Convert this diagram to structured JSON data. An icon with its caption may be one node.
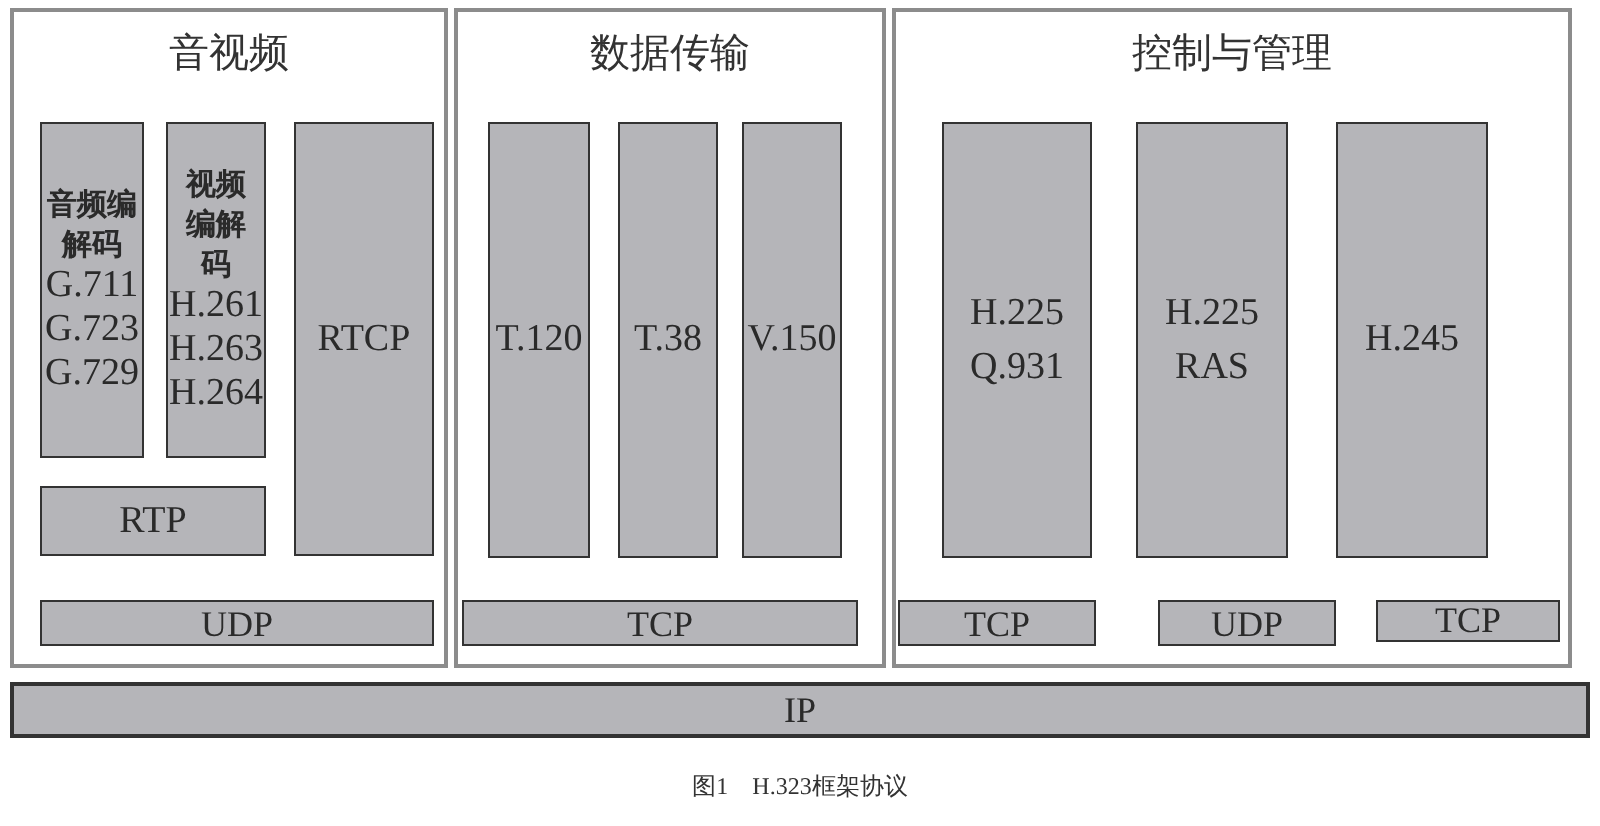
{
  "diagram": {
    "caption": "图1　H.323框架协议",
    "nodes": [
      {
        "text": [
          "音视频"
        ]
      },
      {
        "text": [
          "音频编解码",
          "G.711 G.723 G.729"
        ],
        "in": 0
      },
      {
        "text": [
          "视频编解码",
          "H.261 H.263 H.264"
        ],
        "in": 0
      },
      {
        "text": [
          "RTCP"
        ],
        "in": 0
      },
      {
        "text": [
          "RTP"
        ],
        "in": 0
      },
      {
        "text": [
          "UDP"
        ],
        "in": 0
      },
      {
        "text": [
          "数据传输"
        ]
      },
      {
        "text": [
          "T.120"
        ],
        "in": 6
      },
      {
        "text": [
          "T.38"
        ],
        "in": 6
      },
      {
        "text": [
          "V.150"
        ],
        "in": 6
      },
      {
        "text": [
          "TCP"
        ],
        "in": 6
      },
      {
        "text": [
          "控制与管理"
        ]
      },
      {
        "text": [
          "H.225 Q.931"
        ],
        "in": 11
      },
      {
        "text": [
          "H.225 RAS"
        ],
        "in": 11
      },
      {
        "text": [
          "H.245"
        ],
        "in": 11
      },
      {
        "text": [
          "TCP"
        ],
        "in": 11
      },
      {
        "text": [
          "UDP"
        ],
        "in": 11
      },
      {
        "text": [
          "TCP"
        ],
        "in": 11
      },
      {
        "text": [
          "IP"
        ]
      }
    ]
  }
}
